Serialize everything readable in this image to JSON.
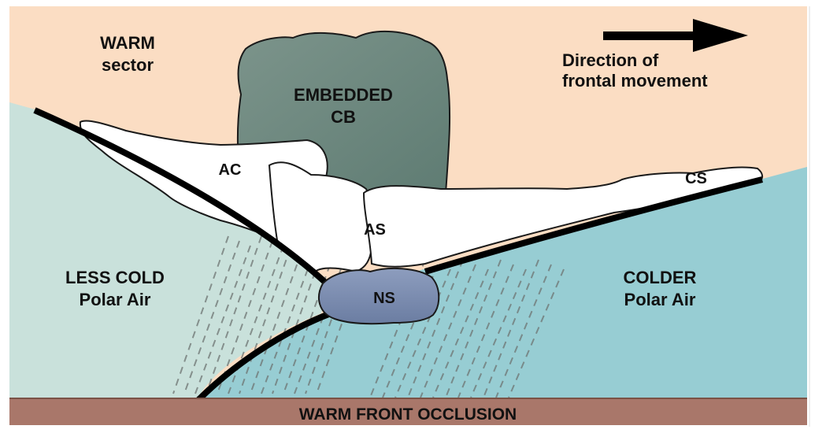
{
  "colors": {
    "warm_sector": "#FBDDC3",
    "less_cold_air": "#C9E1DB",
    "colder_air": "#97CDD3",
    "ground": "#A9776A",
    "cumulonimbus": "#6E8A80",
    "cloud_white": "#FFFFFF",
    "nimbostratus": "#7E8FB0",
    "front_line": "#000000",
    "rain": "#6E7472"
  },
  "labels": {
    "warm_line1": "WARM",
    "warm_line2": "sector",
    "direction_line1": "Direction of",
    "direction_line2": "frontal movement",
    "cb_line1": "EMBEDDED",
    "cb_line2": "CB",
    "ac": "AC",
    "as": "AS",
    "cs": "CS",
    "ns": "NS",
    "less_cold_line1": "LESS COLD",
    "less_cold_line2": "Polar Air",
    "colder_line1": "COLDER",
    "colder_line2": "Polar Air",
    "ground": "WARM FRONT OCCLUSION"
  },
  "icons": {
    "direction_arrow": "right-arrow-icon"
  }
}
